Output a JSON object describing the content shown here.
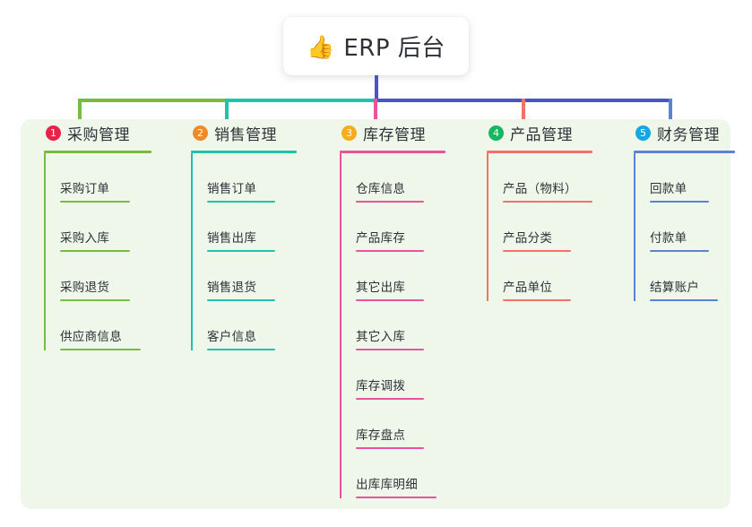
{
  "root": {
    "emoji": "👍",
    "emoji_name": "thumbs-up-icon",
    "title": "ERP 后台"
  },
  "colors": {
    "panel_background": "#eef7e9",
    "page_background": "#ffffff",
    "text": "#2e3138",
    "stem": "#4a55c4"
  },
  "branches": [
    {
      "index": "1",
      "title": "采购管理",
      "color": "#77bc3f",
      "badge_color": "#e8234a",
      "rule_width": 120,
      "items": [
        {
          "label": "采购订单",
          "rule_width": 78
        },
        {
          "label": "采购入库",
          "rule_width": 78
        },
        {
          "label": "采购退货",
          "rule_width": 78
        },
        {
          "label": "供应商信息",
          "rule_width": 90
        }
      ]
    },
    {
      "index": "2",
      "title": "销售管理",
      "color": "#1ec3ab",
      "badge_color": "#f08a28",
      "rule_width": 118,
      "items": [
        {
          "label": "销售订单",
          "rule_width": 76
        },
        {
          "label": "销售出库",
          "rule_width": 76
        },
        {
          "label": "销售退货",
          "rule_width": 76
        },
        {
          "label": "客户信息",
          "rule_width": 76
        }
      ]
    },
    {
      "index": "3",
      "title": "库存管理",
      "color": "#e8539e",
      "badge_color": "#f5ad1b",
      "rule_width": 118,
      "items": [
        {
          "label": "仓库信息",
          "rule_width": 76
        },
        {
          "label": "产品库存",
          "rule_width": 76
        },
        {
          "label": "其它出库",
          "rule_width": 76
        },
        {
          "label": "其它入库",
          "rule_width": 76
        },
        {
          "label": "库存调拨",
          "rule_width": 76
        },
        {
          "label": "库存盘点",
          "rule_width": 76
        },
        {
          "label": "出库库明细",
          "rule_width": 90
        }
      ]
    },
    {
      "index": "4",
      "title": "产品管理",
      "color": "#f4706c",
      "badge_color": "#16b760",
      "rule_width": 118,
      "items": [
        {
          "label": "产品（物料）",
          "rule_width": 100
        },
        {
          "label": "产品分类",
          "rule_width": 76
        },
        {
          "label": "产品单位",
          "rule_width": 76
        }
      ]
    },
    {
      "index": "5",
      "title": "财务管理",
      "color": "#5b83d4",
      "badge_color": "#18a6e0",
      "rule_width": 113,
      "items": [
        {
          "label": "回款单",
          "rule_width": 66
        },
        {
          "label": "付款单",
          "rule_width": 66
        },
        {
          "label": "结算账户",
          "rule_width": 76
        }
      ]
    }
  ],
  "connectors": {
    "stem_label": "root-stem",
    "bus_label": "horizontal-bus"
  }
}
